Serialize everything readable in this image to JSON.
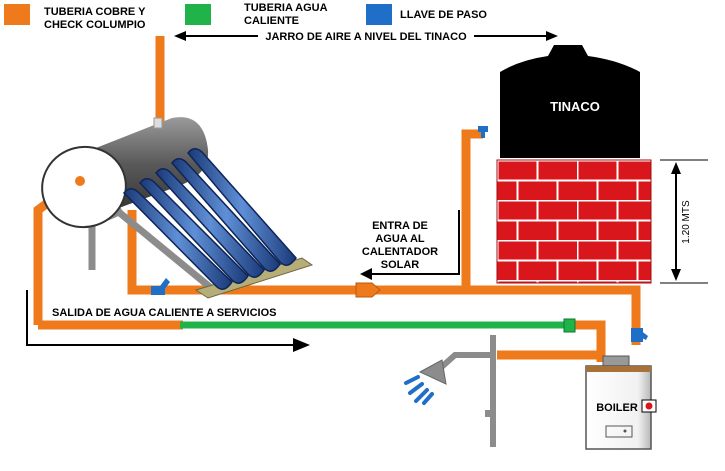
{
  "legend": [
    {
      "label_line1": "TUBERIA COBRE Y",
      "label_line2": "CHECK COLUMPIO",
      "color": "#ee7a1c"
    },
    {
      "label_line1": "TUBERIA AGUA",
      "label_line2": "CALIENTE",
      "color": "#1fb34a"
    },
    {
      "label_line1": "LLAVE DE PASO",
      "label_line2": "",
      "color": "#1f6fc8"
    }
  ],
  "labels": {
    "air_jar": "JARRO DE AIRE A NIVEL DEL TINACO",
    "tank": "TINACO",
    "height": "1.20 MTS",
    "inlet_line1": "ENTRA DE",
    "inlet_line2": "AGUA AL",
    "inlet_line3": "CALENTADOR",
    "inlet_line4": "SOLAR",
    "outlet": "SALIDA DE AGUA CALIENTE A SERVICIOS",
    "boiler": "BOILER"
  },
  "colors": {
    "copper": "#ee7a1c",
    "hot": "#1fb34a",
    "valve": "#1f6fc8",
    "brick": "#d9161c",
    "tank": "#000000",
    "grey_pipe": "#8c8c8c"
  }
}
